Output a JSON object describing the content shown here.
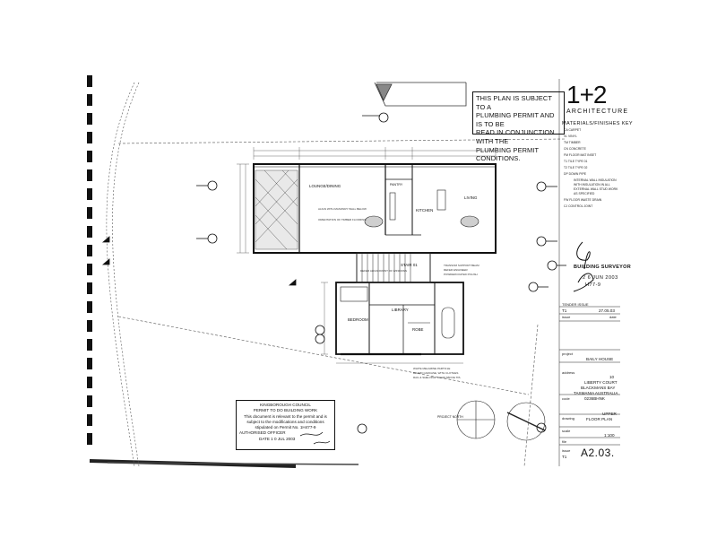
{
  "permit_notice": {
    "line1": "This plan is subject to a",
    "line2": "plumbing permit and is to be",
    "line3": "read in conjunction with the",
    "line4": "plumbing permit conditions."
  },
  "firm": {
    "logo": "1+2",
    "name": "ARCHITECTURE"
  },
  "materials_key": {
    "title": "MATERIALS/FINISHES KEY",
    "items": [
      "CA  CARPET",
      "VL  VINYL",
      "TM  TIMBER",
      "CN  CONCRETE",
      "FM  FLOOR MAT INSET",
      "T1  TILE TYPE 01",
      "T2  TILE TYPE 02",
      "DP  DOWN PIPE",
      "INTERNAL WALL INSULATION",
      "WITH INSULATION IN ALL",
      "EXTERNAL WALL STUD WORK",
      "AS SPECIFIED",
      "FW  FLOOR WASTE DRAIN",
      "CJ  CONTROL JOINT"
    ]
  },
  "surveyor": {
    "label": "BUILDING SURVEYOR",
    "date": "2 6 JUN 2003",
    "ref": "H77-9"
  },
  "title_block": {
    "issue_label": "TENDER ISSUE",
    "issue_code": "T1",
    "issue_date": "27.05.03",
    "issue_col": "issue",
    "date_col": "date",
    "project_label": "project",
    "project": "BAILY HOUSE",
    "address_label": "address",
    "address": [
      "10",
      "LIBERTY COURT",
      "BLACKMANS BAY",
      "TASMANIA AUSTRALIA"
    ],
    "code_label": "code",
    "code": "0236BHNK",
    "drawing_label": "drawing",
    "drawing": [
      "UPPER",
      "FLOOR PLAN"
    ],
    "scale_label": "scale",
    "scale": "1:100",
    "file_label": "file",
    "issue2_label": "issue",
    "issue2": "T1",
    "number": "A2.03."
  },
  "council": {
    "line1": "KINGBOROUGH COUNCIL",
    "line2": "PERMIT TO DO BUILDING WORK",
    "line3": "This document is relevant to the permit and is",
    "line4": "subject to the modifications and conditions",
    "line5": "stipulated on Permit No. 1H477-9",
    "officer": "AUTHORISED OFFICER",
    "date": "DATE 1 0 JUL 2003"
  },
  "plan_labels": {
    "lounge": "LOUNGE/DINING",
    "pantry": "PANTRY",
    "kitchen": "KITCHEN",
    "living": "LIVING",
    "stair": "STAIR 01",
    "bedroom": "BEDROOM",
    "library": "LIBRARY",
    "robe": "ROBE",
    "project_north": "PROJECT NORTH",
    "note_align": "ALIGN WITH MASONRY WALL BELOW",
    "note_orient": "ORIENTATION OF TIMBER FLOORING",
    "note_beam": "TRANSOM SUPPORT BEAM",
    "note_beam2": "REFER ENGINEER",
    "note_beam3": "POWDERCOATED POLISH",
    "note_refer": "REFER ALIGN FRONT OF WINDOWS",
    "note_white": "WHITE MELAMINE PARTICLE",
    "note_white2": "BOARD CARCASE, WITH CLOTHES",
    "note_white3": "RAIL & SHELVING. DOOR ABOVE TPL"
  }
}
